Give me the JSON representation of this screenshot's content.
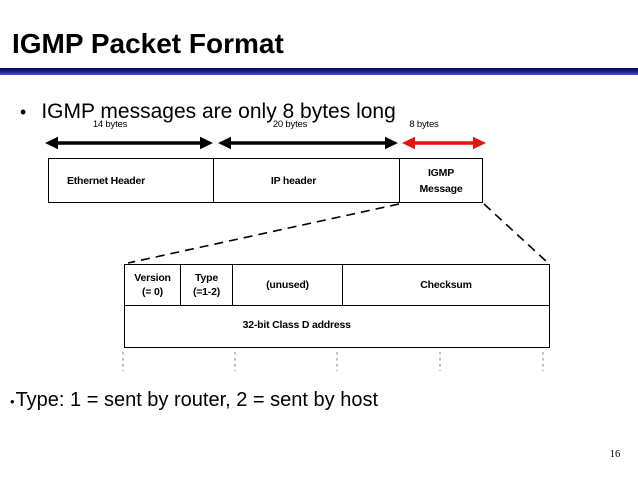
{
  "slide": {
    "title": "IGMP Packet Format",
    "bullet_char": "•",
    "bullet1": "IGMP messages are only 8 bytes long",
    "bullet2": "Type: 1 = sent by router, 2 = sent by host",
    "page_number": "16"
  },
  "diagram": {
    "byte_labels": [
      "14 bytes",
      "20 bytes",
      "8 bytes"
    ],
    "packet_row": {
      "ethernet": "Ethernet Header",
      "ip": "IP header",
      "igmp_line1": "IGMP",
      "igmp_line2": "Message"
    },
    "detail_row1": [
      {
        "line1": "Version",
        "line2": "(= 0)"
      },
      {
        "line1": "Type",
        "line2": "(=1-2)"
      },
      {
        "line1": "(unused)",
        "line2": ""
      },
      {
        "line1": "Checksum",
        "line2": ""
      }
    ],
    "detail_row2": "32-bit Class D address",
    "colors": {
      "title_rule_top": "#0a0a50",
      "title_rule_bottom": "#4a4ad2",
      "red_arrow": "#e8120e",
      "diagram_black": "#000000",
      "dotted_stub_gray": "#9a9a9a"
    }
  }
}
